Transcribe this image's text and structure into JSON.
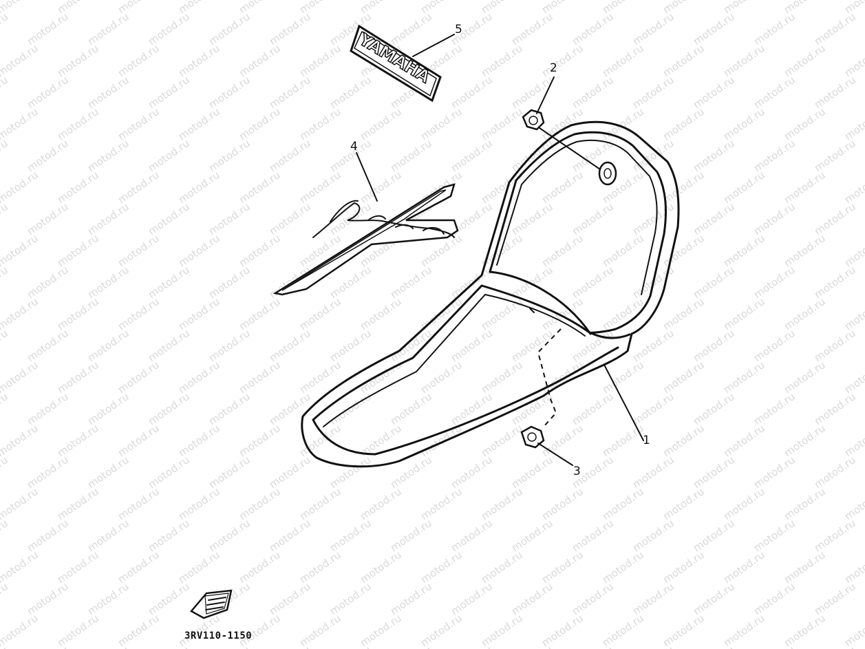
{
  "watermark": "motod.ru",
  "callouts": [
    {
      "id": "1",
      "label": "1"
    },
    {
      "id": "2",
      "label": "2"
    },
    {
      "id": "3",
      "label": "3"
    },
    {
      "id": "4",
      "label": "4"
    },
    {
      "id": "5",
      "label": "5"
    }
  ],
  "decal_text": "YAMAHA",
  "part_code": "3RV110-1150"
}
